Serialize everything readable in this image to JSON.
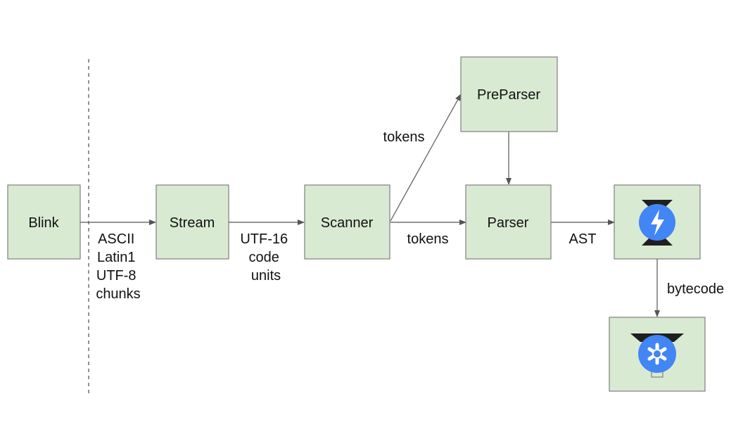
{
  "nodes": {
    "blink": "Blink",
    "stream": "Stream",
    "scanner": "Scanner",
    "preparser": "PreParser",
    "parser": "Parser",
    "ignition_icon": "ignition-icon",
    "turbofan_icon": "turbofan-icon"
  },
  "edges": {
    "blink_stream": [
      "ASCII",
      "Latin1",
      "UTF-8",
      "chunks"
    ],
    "stream_scanner": [
      "UTF-16",
      "code",
      "units"
    ],
    "scanner_preparser": "tokens",
    "scanner_parser": "tokens",
    "parser_ignition": "AST",
    "ignition_turbofan": "bytecode"
  },
  "colors": {
    "node_fill": "#d9ead3",
    "icon_blue": "#4285f4",
    "icon_dark": "#1f1f1f"
  }
}
